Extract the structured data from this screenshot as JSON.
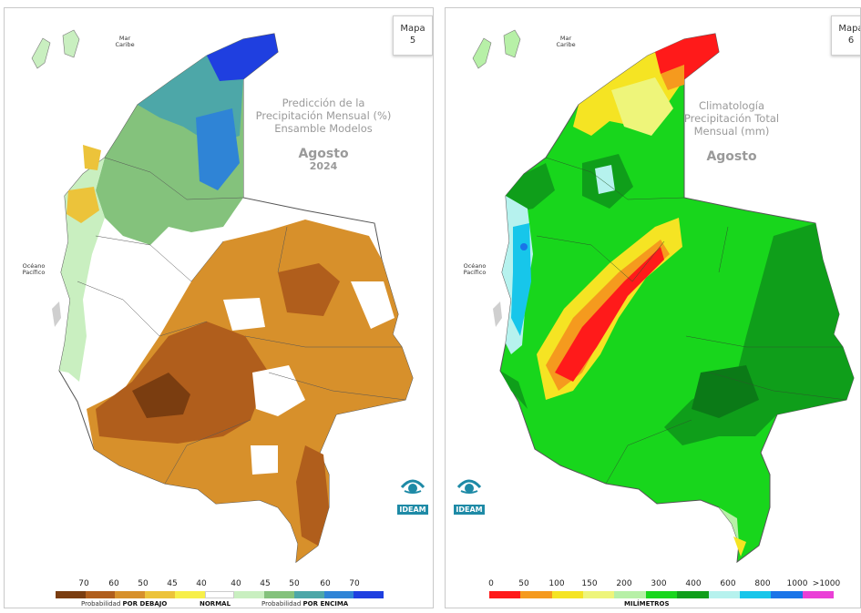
{
  "left_map": {
    "badge": {
      "line1": "Mapa",
      "line2": "5"
    },
    "sea_label": "Mar\nCaribe",
    "ocean_label": "Océano\nPacífico",
    "title_lines": [
      "Predicción de la",
      "Precipitación Mensual (%)",
      "Ensamble Modelos"
    ],
    "month": "Agosto",
    "year": "2024",
    "logo_text": "IDEAM",
    "legend": {
      "numbers": [
        "70",
        "60",
        "50",
        "45",
        "40",
        "40",
        "45",
        "50",
        "60",
        "70"
      ],
      "colors": [
        "#7a3d10",
        "#b05e1c",
        "#d7902b",
        "#ecc33a",
        "#f7ef49",
        "#ffffff",
        "#c9efc0",
        "#84c27c",
        "#4da7a8",
        "#2f84d6",
        "#1f3fe0"
      ],
      "caption_below_prefix": "Probabilidad ",
      "caption_below_bold": "POR DEBAJO",
      "caption_normal": "NORMAL",
      "caption_above_prefix": "Probabilidad ",
      "caption_above_bold": "POR ENCIMA"
    }
  },
  "right_map": {
    "badge": {
      "line1": "Mapa",
      "line2": "6"
    },
    "sea_label": "Mar\nCaribe",
    "ocean_label": "Océano\nPacífico",
    "title_lines": [
      "Climatología",
      "Precipitación Total",
      "Mensual (mm)"
    ],
    "month": "Agosto",
    "logo_text": "IDEAM",
    "legend": {
      "numbers": [
        "0",
        "50",
        "100",
        "150",
        "200",
        "300",
        "400",
        "600",
        "800",
        "1000",
        ">1000"
      ],
      "colors": [
        "#ff1a1a",
        "#f59a1e",
        "#f5e423",
        "#eef57a",
        "#b7f0a7",
        "#18d61c",
        "#0f9e1a",
        "#b6f2ee",
        "#17c6ea",
        "#1a74e8",
        "#ea3fd6"
      ],
      "caption": "MILÍMETROS"
    }
  }
}
